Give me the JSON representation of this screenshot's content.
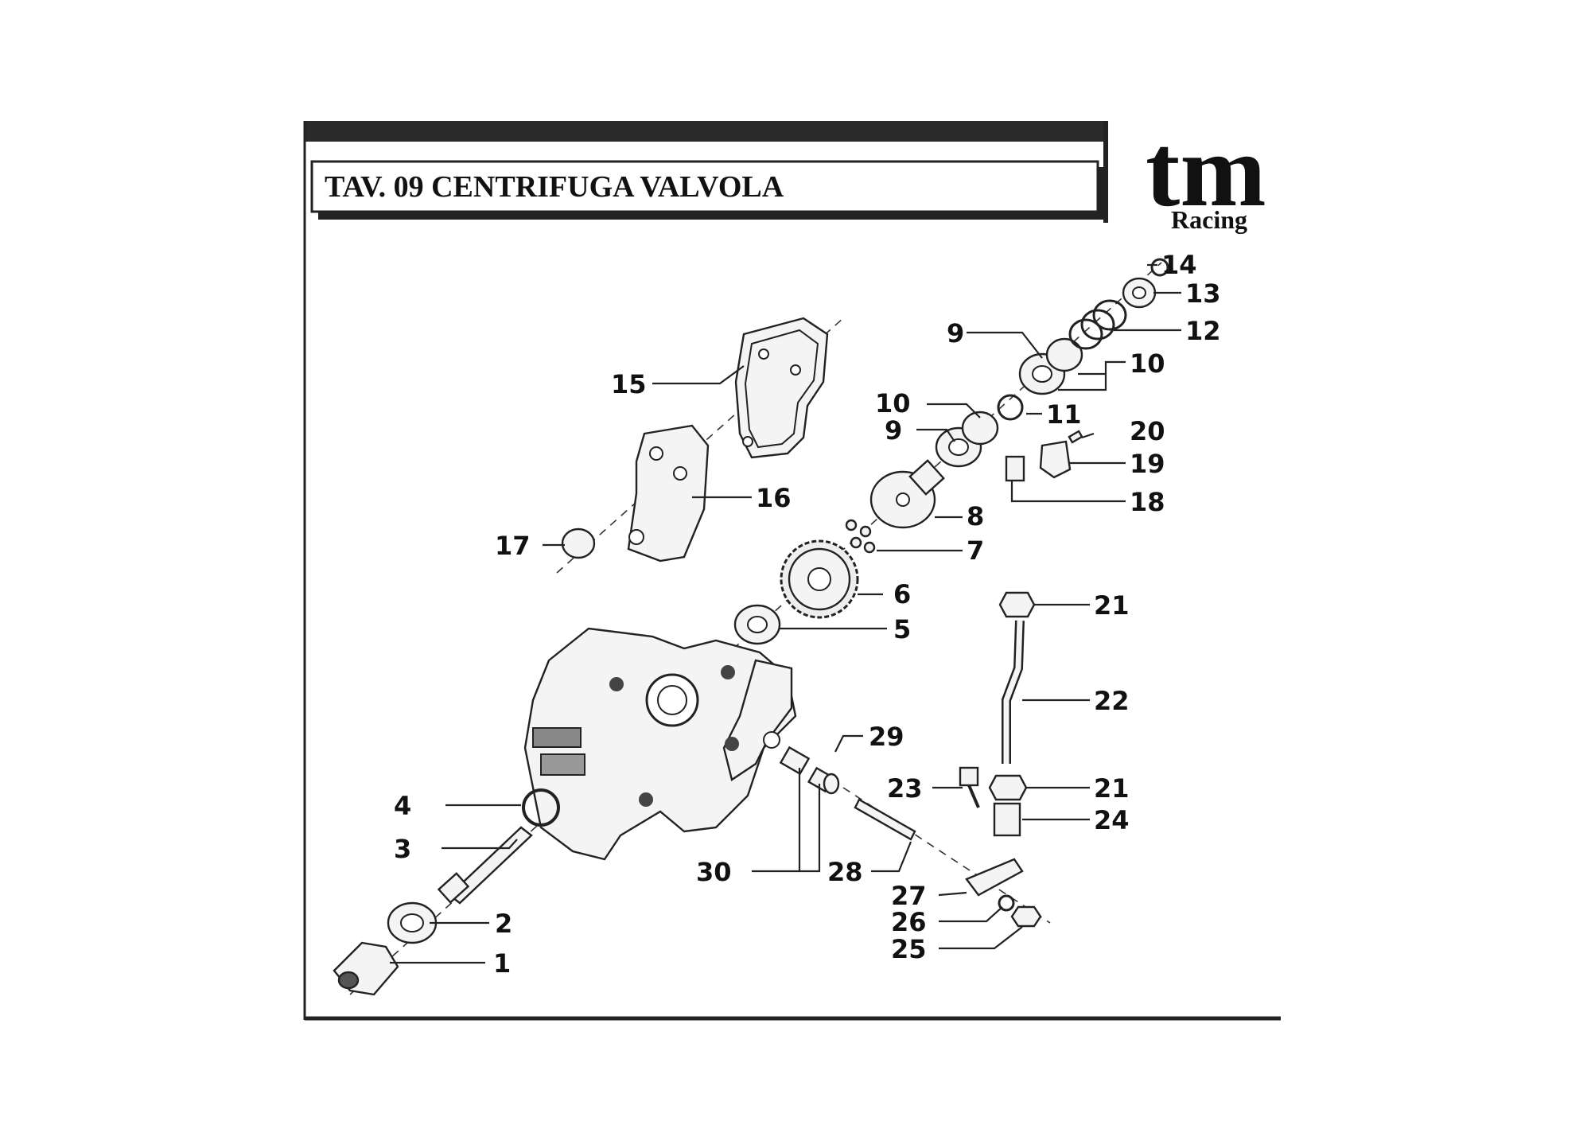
{
  "header": {
    "title": "TAV. 09 CENTRIFUGA VALVOLA"
  },
  "logo": {
    "mark": "tm",
    "subtitle": "Racing"
  },
  "callouts": [
    "1",
    "2",
    "3",
    "4",
    "5",
    "6",
    "7",
    "8",
    "9",
    "10",
    "11",
    "12",
    "13",
    "14",
    "15",
    "16",
    "17",
    "18",
    "19",
    "20",
    "21",
    "22",
    "23",
    "24",
    "25",
    "26",
    "27",
    "28",
    "29",
    "30"
  ]
}
